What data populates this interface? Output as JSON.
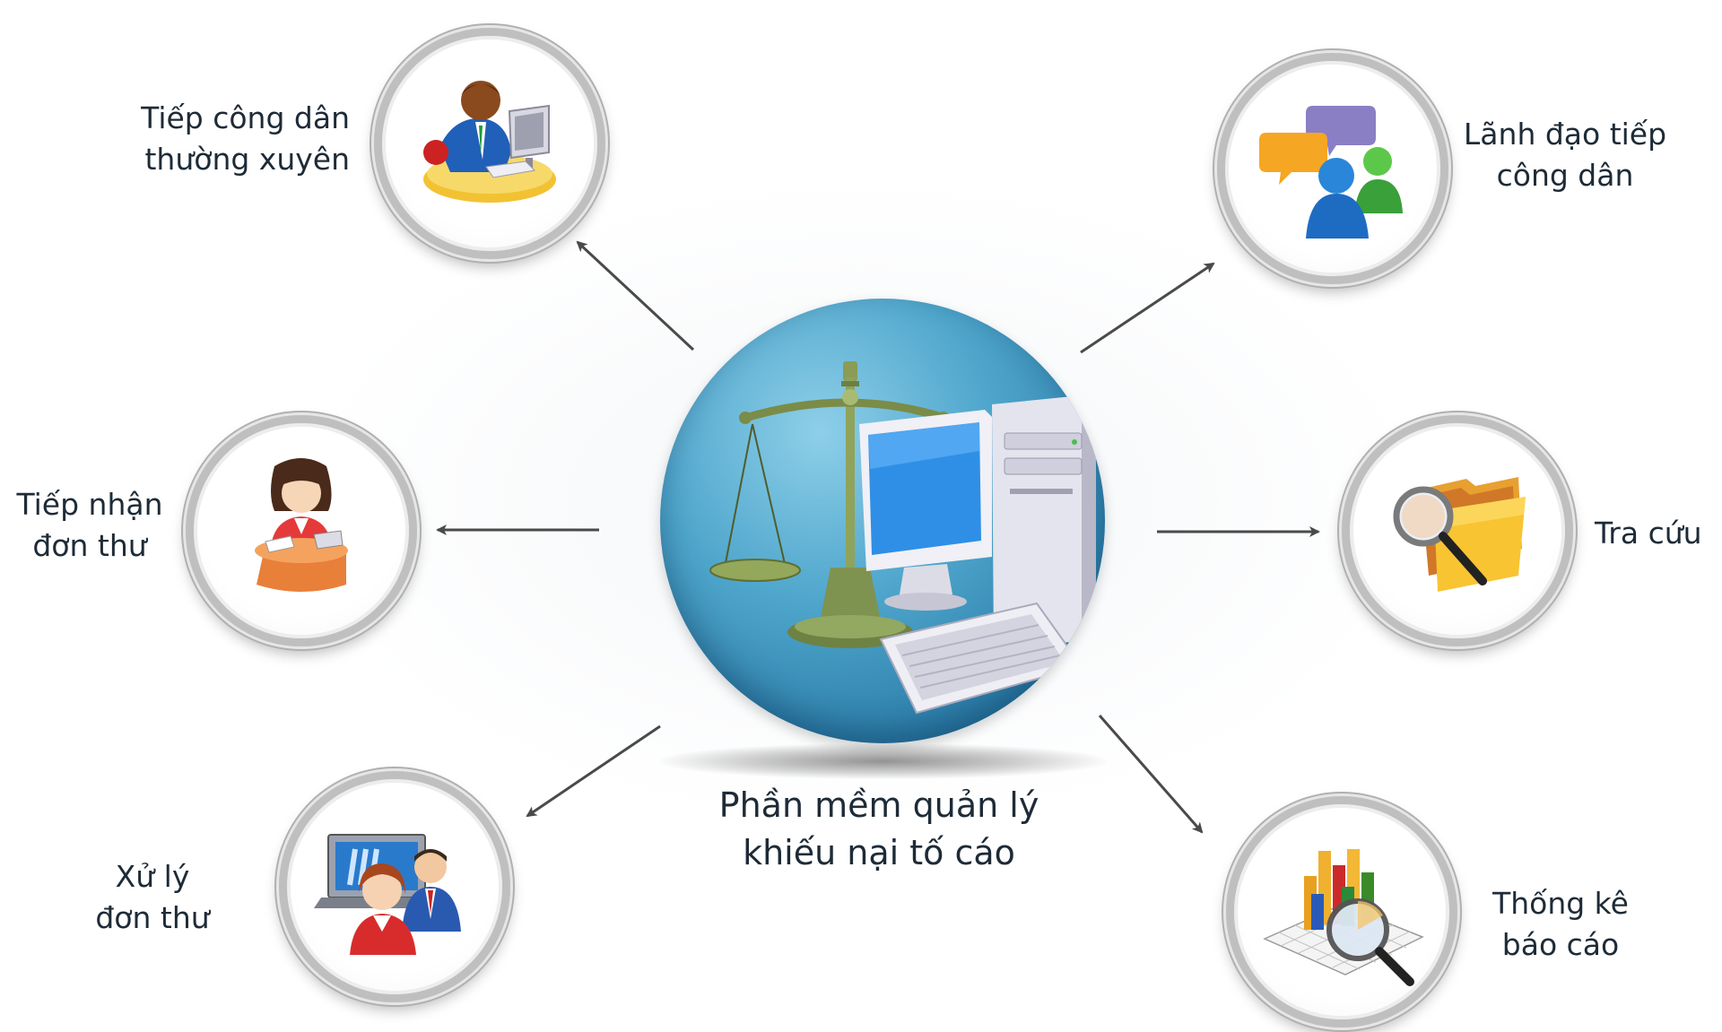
{
  "center": {
    "title_line1": "Phần mềm quản lý",
    "title_line2": "khiếu nại tố cáo",
    "icons": [
      "scales-of-justice-icon",
      "desktop-computer-icon",
      "keyboard-icon"
    ]
  },
  "modules": [
    {
      "id": "tiep-cong-dan",
      "line1": "Tiếp công dân",
      "line2": "thường xuyên",
      "icon": "officer-at-desk-icon"
    },
    {
      "id": "lanh-dao",
      "line1": "Lãnh đạo tiếp",
      "line2": "công dân",
      "icon": "speech-bubbles-users-icon"
    },
    {
      "id": "tiep-nhan",
      "line1": "Tiếp nhận",
      "line2": "đơn thư",
      "icon": "receptionist-icon"
    },
    {
      "id": "tra-cuu",
      "line1": "Tra cứu",
      "line2": "",
      "icon": "folders-magnifier-icon"
    },
    {
      "id": "xu-ly",
      "line1": "Xử lý",
      "line2": "đơn thư",
      "icon": "presentation-team-icon"
    },
    {
      "id": "thong-ke",
      "line1": "Thống kê",
      "line2": "báo cáo",
      "icon": "bar-chart-magnifier-icon"
    }
  ],
  "colors": {
    "hub": "#3a8fbb",
    "arrow": "#4a4a4a",
    "ring": "#bfbfbf",
    "text": "#1e2b37"
  }
}
